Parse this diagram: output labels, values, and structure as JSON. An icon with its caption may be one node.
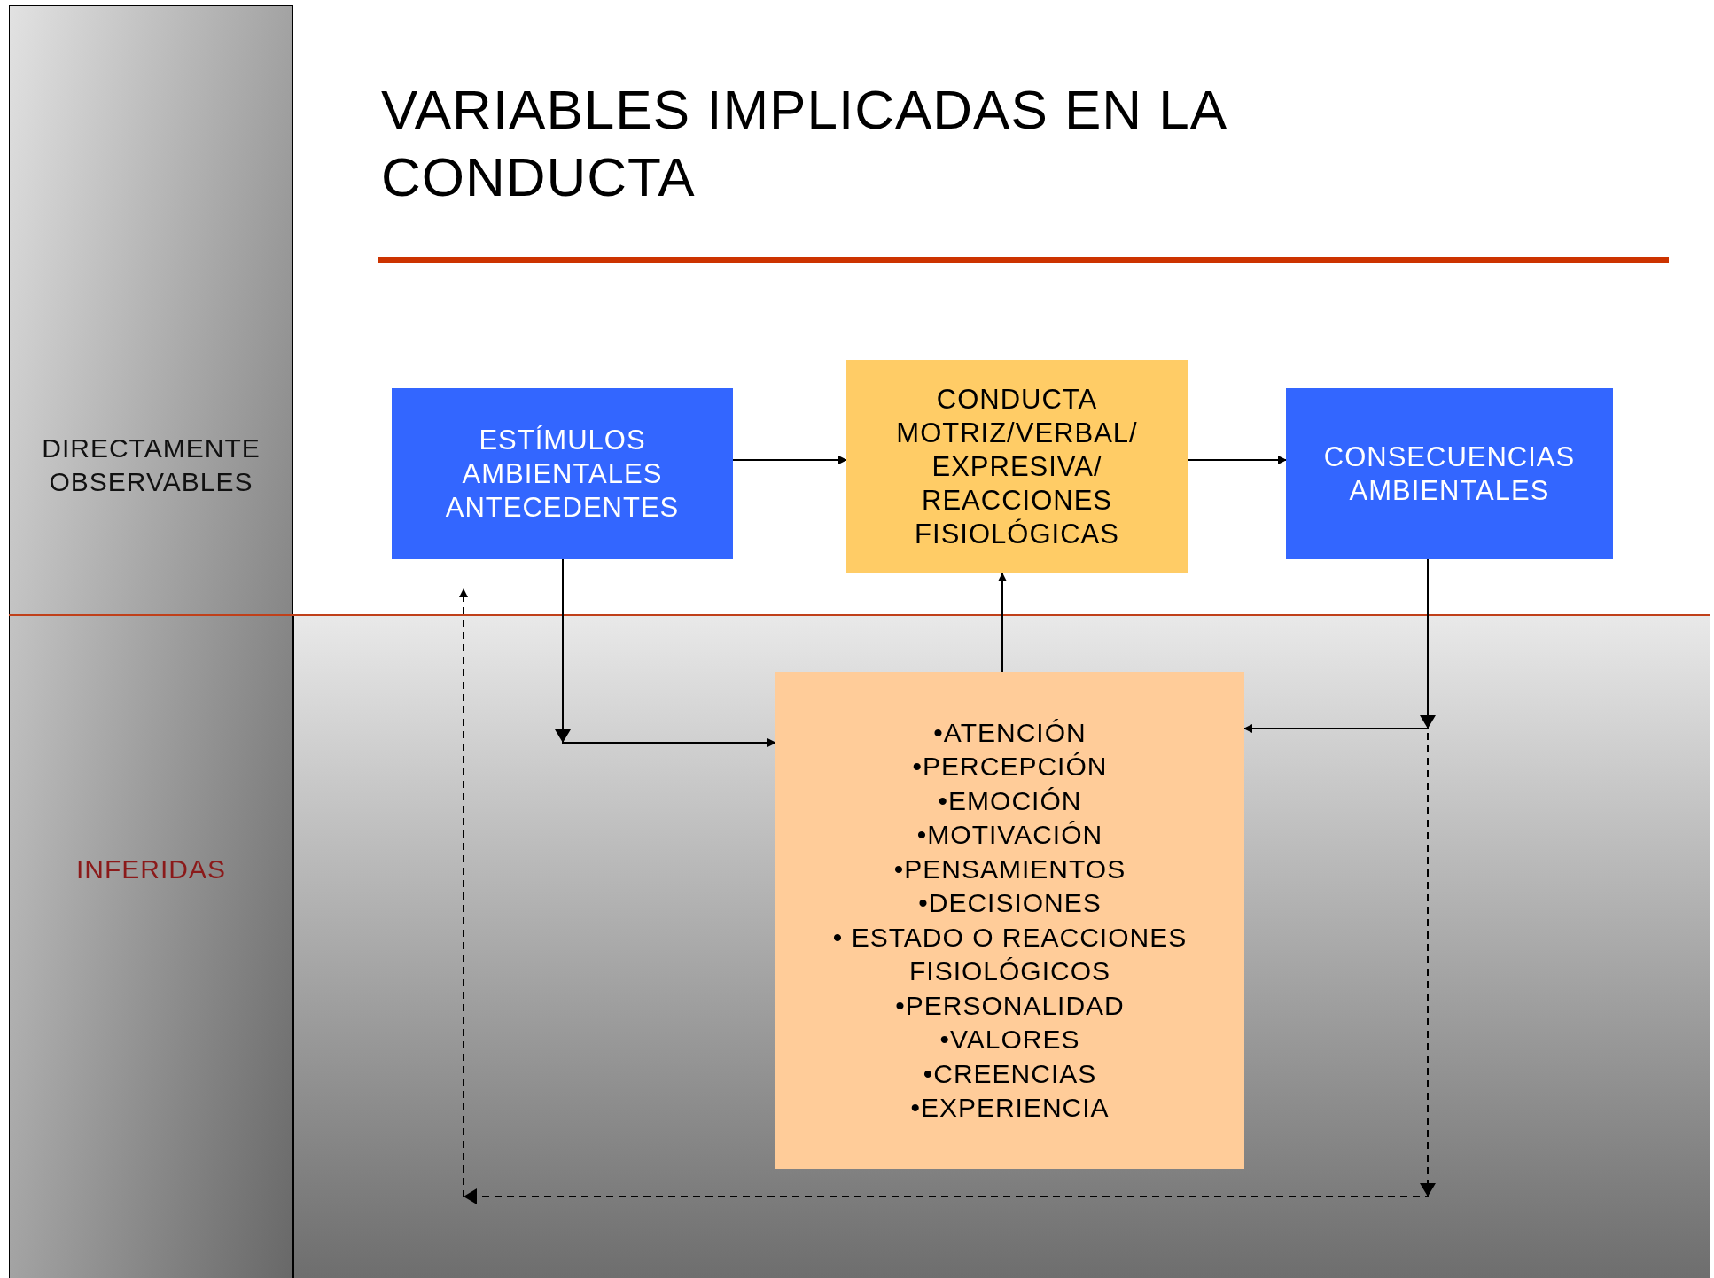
{
  "diagram": {
    "title": "VARIABLES IMPLICADAS EN LA CONDUCTA",
    "nodes": [
      {
        "text": [
          "ESTÍMULOS AMBIENTALES ANTECEDENTES"
        ]
      },
      {
        "text": [
          "CONDUCTA MOTRIZ/VERBAL/ EXPRESIVA/ REACCIONES FISIOLÓGICAS"
        ]
      },
      {
        "text": [
          "CONSECUENCIAS AMBIENTALES"
        ]
      },
      {
        "text": [
          "•ATENCIÓN",
          "•PERCEPCIÓN",
          "•EMOCIÓN",
          "•MOTIVACIÓN",
          "•PENSAMIENTOS",
          "•DECISIONES",
          "• ESTADO O REACCIONES FISIOLÓGICOS",
          "•PERSONALIDAD",
          "•VALORES",
          "•CREENCIAS",
          "•EXPERIENCIA"
        ]
      }
    ],
    "edges": [
      {
        "from": 0,
        "to": 1,
        "arrow": "to"
      },
      {
        "from": 1,
        "to": 2,
        "arrow": "to"
      },
      {
        "from": 0,
        "to": 3,
        "arrow": "to"
      },
      {
        "from": 3,
        "to": 1,
        "arrow": "to"
      },
      {
        "from": 2,
        "to": 3,
        "arrow": "to"
      },
      {
        "from": 2,
        "to": 0,
        "arrow": "to",
        "style": "dashed"
      }
    ],
    "labels": [
      "DIRECTAMENTE OBSERVABLES",
      "INFERIDAS"
    ]
  }
}
